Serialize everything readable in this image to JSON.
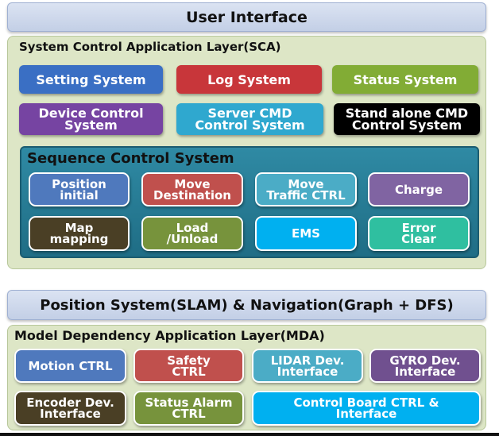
{
  "user_interface": {
    "label": "User Interface"
  },
  "sca": {
    "title": "System Control Application Layer(SCA)",
    "boxes": [
      {
        "label": "Setting System",
        "color": "#3a6fc4"
      },
      {
        "label": "Log System",
        "color": "#c8363a"
      },
      {
        "label": "Status System",
        "color": "#82ac35"
      },
      {
        "label": "Device Control\nSystem",
        "color": "#7644a2"
      },
      {
        "label": "Server CMD\nControl System",
        "color": "#2fa8cf"
      },
      {
        "label": "Stand alone CMD\nControl System",
        "color": "#000000"
      }
    ],
    "sequence": {
      "title": "Sequence Control System",
      "buttons": [
        {
          "label": "Position\ninitial",
          "color": "#4f79bd"
        },
        {
          "label": "Move\nDestination",
          "color": "#c0504d"
        },
        {
          "label": "Move\nTraffic CTRL",
          "color": "#4bacc6"
        },
        {
          "label": "Charge",
          "color": "#8064a2"
        },
        {
          "label": "Map\nmapping",
          "color": "#4a3f25"
        },
        {
          "label": "Load\n/Unload",
          "color": "#77933c"
        },
        {
          "label": "EMS",
          "color": "#00b0f0"
        },
        {
          "label": "Error\nClear",
          "color": "#2fbfa0"
        }
      ]
    }
  },
  "position_system": {
    "label": "Position System(SLAM) & Navigation(Graph + DFS)"
  },
  "mda": {
    "title": "Model Dependency Application Layer(MDA)",
    "buttons": [
      {
        "label": "Motion CTRL",
        "color": "#4f79bd"
      },
      {
        "label": "Safety\nCTRL",
        "color": "#c0504d"
      },
      {
        "label": "LIDAR Dev.\nInterface",
        "color": "#4bacc6"
      },
      {
        "label": "GYRO Dev.\nInterface",
        "color": "#70508f"
      },
      {
        "label": "Encoder Dev.\nInterface",
        "color": "#4a3f25"
      },
      {
        "label": "Status Alarm\nCTRL",
        "color": "#77933c"
      },
      {
        "label": "Control Board CTRL &\nInterface",
        "color": "#00b0f0"
      }
    ]
  }
}
